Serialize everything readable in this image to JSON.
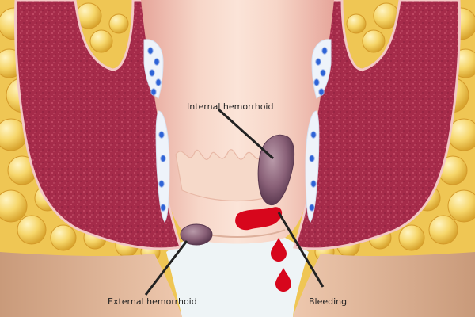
{
  "labels": {
    "internal": "Internal hemorrhoid",
    "external": "External hemorrhoid",
    "bleeding": "Bleeding"
  },
  "colors": {
    "fat": "#f1cf5c",
    "fat_highlight": "#fbeeb0",
    "muscle": "#a52b4a",
    "canal": "#f1c4b4",
    "skin": "#e3b497",
    "vessel_blue": "#2e63d6",
    "hemorrhoid": "#8a6178",
    "blood": "#d7061c"
  },
  "icons": {
    "leader": "line",
    "blood_drop": "drop"
  }
}
